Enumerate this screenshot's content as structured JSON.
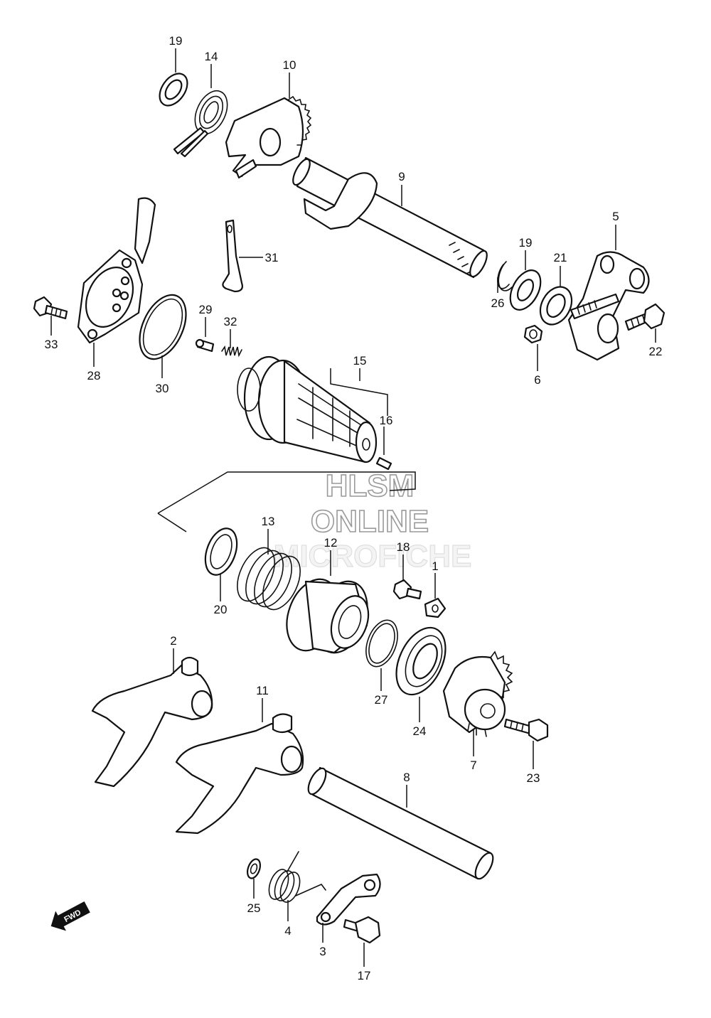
{
  "watermark": {
    "line1": "HLSM",
    "line2": "ONLINE",
    "line3": "MICROFICHE"
  },
  "direction_badge": {
    "label": "FWD",
    "icon": "fwd-arrow-icon"
  },
  "callouts": [
    {
      "id": "19a",
      "label": "19"
    },
    {
      "id": "14",
      "label": "14"
    },
    {
      "id": "10",
      "label": "10"
    },
    {
      "id": "9",
      "label": "9"
    },
    {
      "id": "5",
      "label": "5"
    },
    {
      "id": "19b",
      "label": "19"
    },
    {
      "id": "21",
      "label": "21"
    },
    {
      "id": "31",
      "label": "31"
    },
    {
      "id": "26",
      "label": "26"
    },
    {
      "id": "22",
      "label": "22"
    },
    {
      "id": "6",
      "label": "6"
    },
    {
      "id": "29",
      "label": "29"
    },
    {
      "id": "32",
      "label": "32"
    },
    {
      "id": "33",
      "label": "33"
    },
    {
      "id": "28",
      "label": "28"
    },
    {
      "id": "30",
      "label": "30"
    },
    {
      "id": "15",
      "label": "15"
    },
    {
      "id": "16",
      "label": "16"
    },
    {
      "id": "13",
      "label": "13"
    },
    {
      "id": "12",
      "label": "12"
    },
    {
      "id": "18",
      "label": "18"
    },
    {
      "id": "1",
      "label": "1"
    },
    {
      "id": "20",
      "label": "20"
    },
    {
      "id": "2",
      "label": "2"
    },
    {
      "id": "27",
      "label": "27"
    },
    {
      "id": "11",
      "label": "11"
    },
    {
      "id": "24",
      "label": "24"
    },
    {
      "id": "7",
      "label": "7"
    },
    {
      "id": "23",
      "label": "23"
    },
    {
      "id": "8",
      "label": "8"
    },
    {
      "id": "25",
      "label": "25"
    },
    {
      "id": "4",
      "label": "4"
    },
    {
      "id": "3",
      "label": "3"
    },
    {
      "id": "17",
      "label": "17"
    }
  ]
}
